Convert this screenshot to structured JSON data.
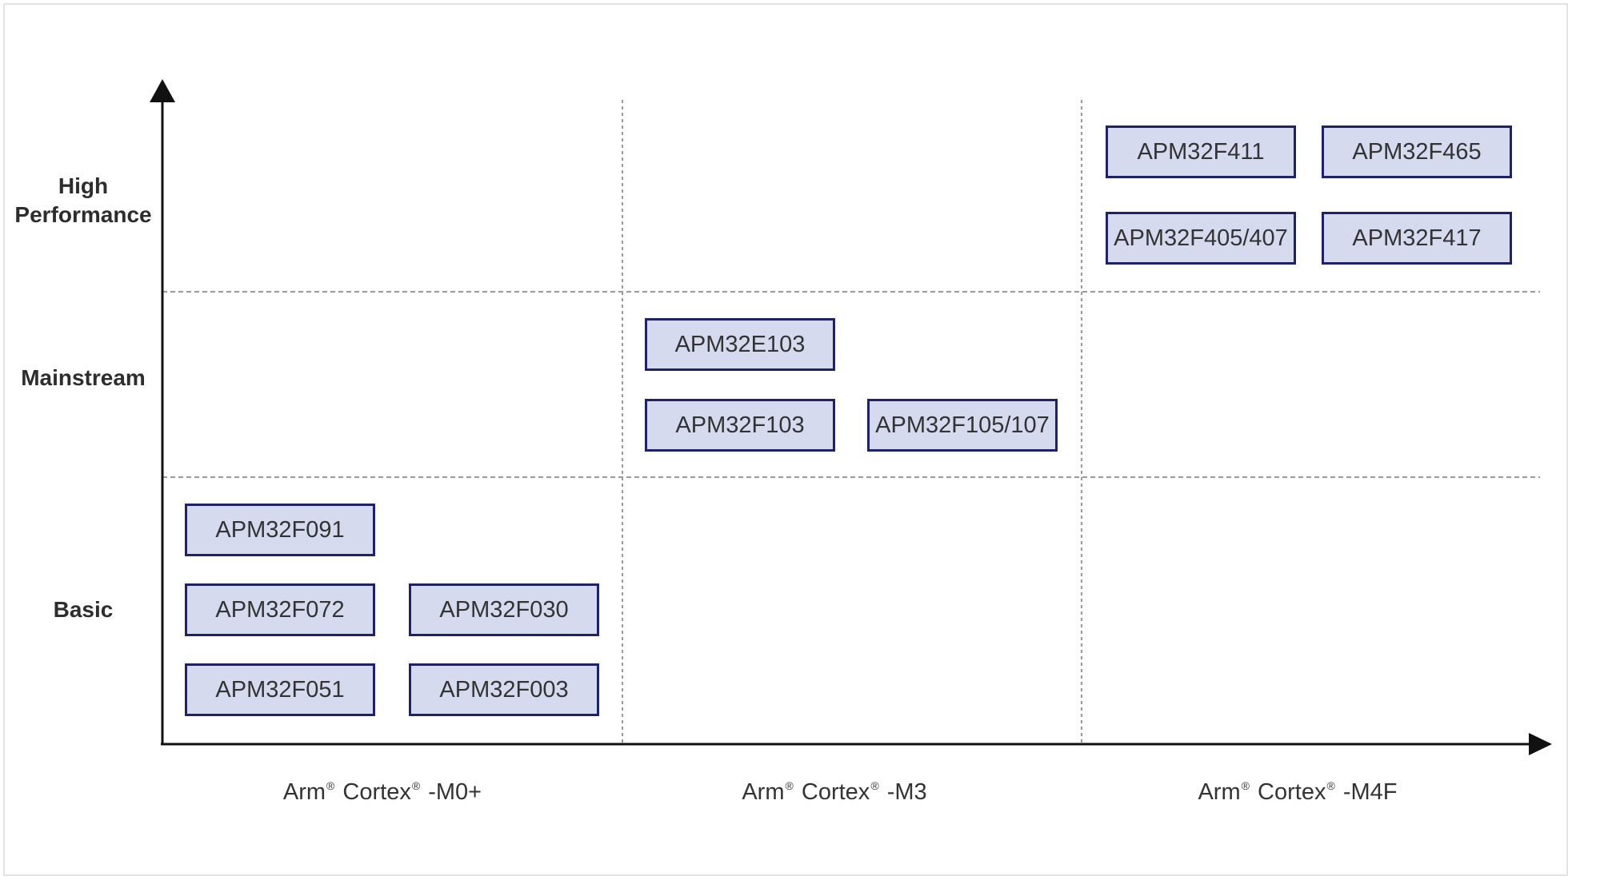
{
  "y_axis": {
    "high_line1": "High",
    "high_line2": "Performance",
    "mainstream": "Mainstream",
    "basic": "Basic"
  },
  "x_axis": {
    "m0": {
      "prefix": "Arm",
      "mid": "Cortex",
      "suffix": "-M0+"
    },
    "m3": {
      "prefix": "Arm",
      "mid": "Cortex",
      "suffix": "-M3"
    },
    "m4f": {
      "prefix": "Arm",
      "mid": "Cortex",
      "suffix": "-M4F"
    },
    "registered_mark": "®"
  },
  "chips": {
    "f411": "APM32F411",
    "f465": "APM32F465",
    "f405_407": "APM32F405/407",
    "f417": "APM32F417",
    "e103": "APM32E103",
    "f103": "APM32F103",
    "f105_107": "APM32F105/107",
    "f091": "APM32F091",
    "f072": "APM32F072",
    "f030": "APM32F030",
    "f051": "APM32F051",
    "f003": "APM32F003"
  },
  "colors": {
    "chip_fill": "#d6daee",
    "chip_border": "#1e2266",
    "axis": "#111111",
    "grid": "#9a9a9a"
  }
}
